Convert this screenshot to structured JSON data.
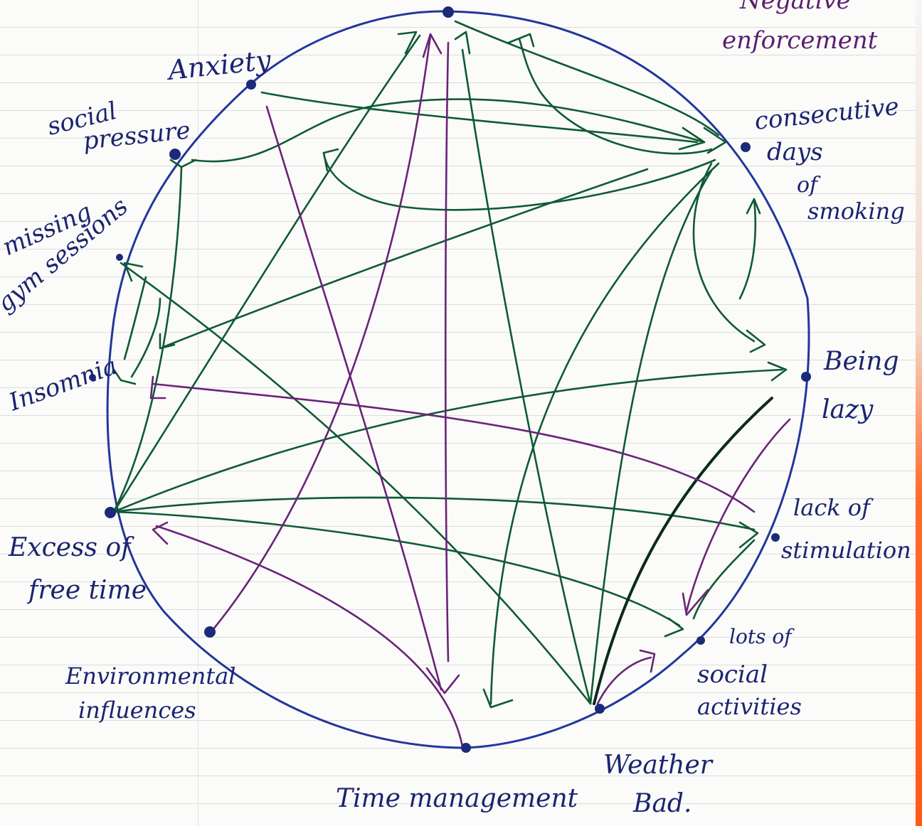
{
  "labels": {
    "negative_reinforcement_line1": "Negative",
    "negative_reinforcement_line2": "enforcement",
    "anxiety": "Anxiety",
    "social_pressure_line1": "social",
    "social_pressure_line2": "pressure",
    "missing_gym_line1": "missing",
    "missing_gym_line2": "gym sessions",
    "insomnia": "Insomnia",
    "excess_free_time_line1": "Excess of",
    "excess_free_time_line2": "free time",
    "environmental_line1": "Environmental",
    "environmental_line2": "influences",
    "time_management": "Time management",
    "weather_line1": "Weather",
    "weather_line2": "Bad.",
    "lots_social_line1": "lots of",
    "lots_social_line2": "social",
    "lots_social_line3": "activities",
    "lack_stimulation_line1": "lack of",
    "lack_stimulation_line2": "stimulation",
    "being_lazy_line1": "Being",
    "being_lazy_line2": "lazy",
    "consecutive_line1": "consecutive",
    "consecutive_line2": "days",
    "consecutive_line3": "of",
    "consecutive_line4": "smoking"
  },
  "colors": {
    "circle": "#22379a",
    "node": "#1c2a7a",
    "green_edge": "#0f5a34",
    "purple_edge": "#6a2377",
    "label_ink": "#1a2470"
  }
}
